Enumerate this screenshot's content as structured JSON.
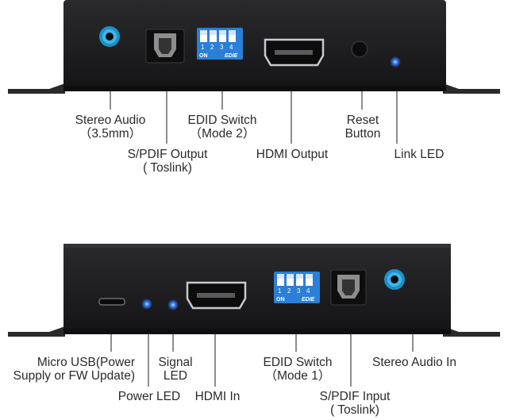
{
  "top_unit": {
    "dip_switch": {
      "numbers": [
        "1",
        "2",
        "3",
        "4"
      ],
      "on_text": "ON",
      "brand_text": "EDIE"
    },
    "labels": {
      "stereo_audio": [
        "Stereo Audio",
        "（3.5mm）"
      ],
      "spdif_output": [
        "S/PDIF Output",
        "( Toslink)"
      ],
      "edid_switch": [
        "EDID Switch",
        "（Mode 2）"
      ],
      "hdmi_output": [
        "HDMI Output"
      ],
      "reset_button": [
        "Reset",
        "Button"
      ],
      "link_led": [
        "Link LED"
      ]
    }
  },
  "bottom_unit": {
    "dip_switch": {
      "numbers": [
        "1",
        "2",
        "3",
        "4"
      ],
      "on_text": "ON",
      "brand_text": "EDIE"
    },
    "labels": {
      "micro_usb": [
        "Micro USB(Power",
        "Supply or FW Update)"
      ],
      "power_led": [
        "Power LED"
      ],
      "signal_led": [
        "Signal",
        "LED"
      ],
      "hdmi_in": [
        "HDMI In"
      ],
      "edid_switch": [
        "EDID Switch",
        "（Mode 1）"
      ],
      "spdif_input": [
        "S/PDIF Input",
        "( Toslink)"
      ],
      "stereo_audio_in": [
        "Stereo Audio In"
      ]
    }
  },
  "colors": {
    "case": "#1b1b1d",
    "dip_blue": "#2b7fd6",
    "led_blue": "#2f7bff",
    "jack_blue": "#1e90c8"
  }
}
